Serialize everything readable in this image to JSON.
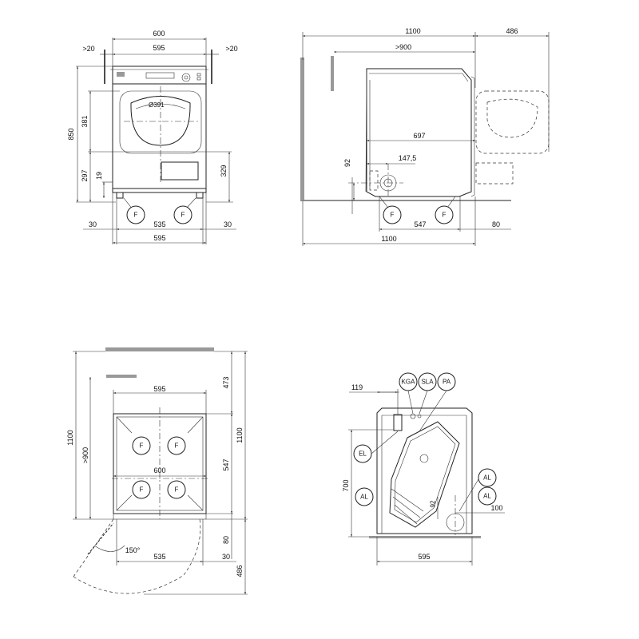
{
  "views": {
    "front": {
      "dims": {
        "total_width": "600",
        "body_width": "595",
        "side_left": ">20",
        "side_right": ">20",
        "height_total": "850",
        "height_door": "381",
        "height_lower": "297",
        "height_19": "19",
        "height_329": "329",
        "door_diameter": "Ø391",
        "foot_spacing": "535",
        "foot_edge_left": "30",
        "foot_edge_right": "30",
        "base_width": "595"
      },
      "feet": [
        "F",
        "F"
      ]
    },
    "side": {
      "dims": {
        "depth_total": "1100",
        "clearance_rear": "486",
        "depth_min": ">900",
        "depth_697": "697",
        "height_92": "92",
        "offset_147": "147,5",
        "foot_spacing": "547",
        "foot_rear": "80",
        "base_depth": "1100"
      },
      "feet": [
        "F",
        "F"
      ]
    },
    "plan": {
      "dims": {
        "width_595": "595",
        "width_600": "600",
        "depth_1100_left": "1100",
        "depth_1100_right": "1100",
        "depth_min": ">900",
        "depth_473": "473",
        "depth_547": "547",
        "depth_80": "80",
        "depth_486": "486",
        "foot_spacing": "535",
        "edge_30": "30",
        "door_angle": "150°"
      },
      "feet": [
        "F",
        "F",
        "F",
        "F"
      ]
    },
    "rear": {
      "dims": {
        "offset_119": "119",
        "height_700": "700",
        "value_92": "92",
        "value_100": "100",
        "width_595": "595"
      },
      "connections": {
        "kga": "KGA",
        "sla": "SLA",
        "pa": "PA",
        "el": "EL",
        "al_left": "AL",
        "al_right_top": "AL",
        "al_right_bottom": "AL"
      }
    }
  }
}
